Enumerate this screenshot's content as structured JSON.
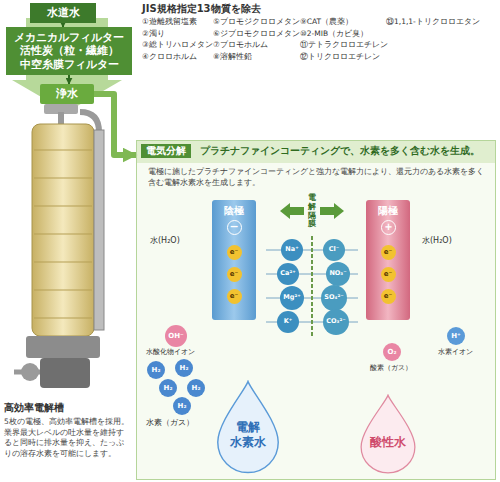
{
  "diagram": {
    "nodes": [
      {
        "text": [
          "水道水"
        ]
      },
      {
        "text": [
          "メカニカルフィルター 活性炭（粒・繊維） 中空糸膜フィルター"
        ]
      },
      {
        "text": [
          "浄水"
        ]
      },
      {
        "text": [
          "電気分解",
          "プラチナファインコーティングで、水素を多く含む水を生成。",
          "電極に施したプラチナファインコーティングと強力な電解力により、還元力のある水素を多く含む電解水素水を生成します。"
        ]
      },
      {
        "text": [
          "陰極",
          "−"
        ],
        "in": 3
      },
      {
        "text": [
          "e⁻"
        ],
        "in": 4
      },
      {
        "text": [
          "e⁻"
        ],
        "in": 4
      },
      {
        "text": [
          "e⁻"
        ],
        "in": 4
      },
      {
        "text": [
          "陽極",
          "＋"
        ],
        "in": 3
      },
      {
        "text": [
          "e⁻"
        ],
        "in": 8
      },
      {
        "text": [
          "e⁻"
        ],
        "in": 8
      },
      {
        "text": [
          "e⁻"
        ],
        "in": 8
      },
      {
        "text": [
          "Na⁺"
        ],
        "in": 3
      },
      {
        "text": [
          "Cl⁻"
        ],
        "in": 3
      },
      {
        "text": [
          "Ca²⁺"
        ],
        "in": 3
      },
      {
        "text": [
          "NO₃⁻"
        ],
        "in": 3
      },
      {
        "text": [
          "Mg²⁺"
        ],
        "in": 3
      },
      {
        "text": [
          "SO₄²⁻"
        ],
        "in": 3
      },
      {
        "text": [
          "K⁺"
        ],
        "in": 3
      },
      {
        "text": [
          "CO₃²⁻"
        ],
        "in": 3
      },
      {
        "text": [
          "OH⁻"
        ],
        "in": 3
      },
      {
        "text": [
          "H⁺"
        ],
        "in": 3
      },
      {
        "text": [
          "O₂"
        ],
        "in": 3
      },
      {
        "text": [
          "H₂"
        ],
        "in": 3
      },
      {
        "text": [
          "H₂"
        ],
        "in": 3
      },
      {
        "text": [
          "H₂"
        ],
        "in": 3
      },
      {
        "text": [
          "H₂"
        ],
        "in": 3
      },
      {
        "text": [
          "H₂"
        ],
        "in": 3
      },
      {
        "text": [
          "電解 水素水"
        ],
        "in": 3
      },
      {
        "text": [
          "酸性水"
        ],
        "in": 3
      }
    ],
    "edges": [
      {
        "from": 0,
        "to": 1,
        "arrow": "to"
      },
      {
        "from": 1,
        "to": 2,
        "arrow": "to"
      },
      {
        "from": 2,
        "to": 3,
        "arrow": "to"
      }
    ],
    "labels": [
      "JIS規格指定13物質を除去",
      "①遊離残留塩素",
      "②濁り",
      "③総トリハロメタン",
      "④クロロホルム",
      "⑤ブロモジクロロメタン",
      "⑥ジブロモクロロメタン",
      "⑦ブロモホルム",
      "⑧溶解性鉛",
      "⑨CAT（農薬）",
      "⑩2-MIB（カビ臭）",
      "⑪テトラクロロエチレン",
      "⑫トリクロロエチレン",
      "⑬1,1,1-トリクロロエタン",
      "水(H₂O)",
      "電解隔膜",
      "水(H₂O)",
      "水酸化物イオン",
      "水素イオン",
      "酸素（ガス）",
      "水素（ガス）",
      "高効率電解槽",
      "5枚の電極、高効率電解槽を採用。業界最大レベルの吐水量を維持すると同時に排水量を抑え、たっぷりの溶存水素を可能にします。"
    ]
  }
}
